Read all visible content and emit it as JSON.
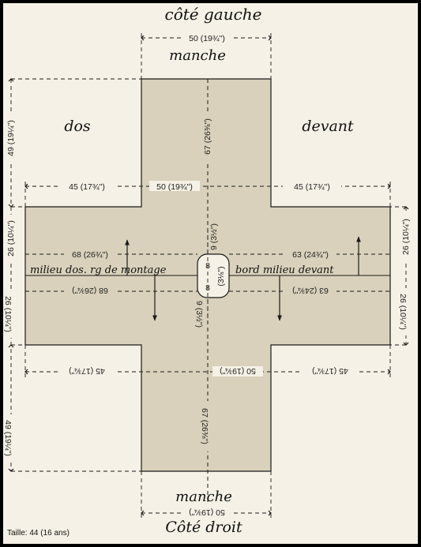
{
  "labels": {
    "top_title": "côté gauche",
    "bottom_title": "Côté droit",
    "sleeve_top": "manche",
    "sleeve_bottom": "manche",
    "back": "dos",
    "front": "devant",
    "center_back": "milieu dos. rg de montage",
    "center_front": "bord milieu devant",
    "size_caption": "Taille: 44 (16 ans)"
  },
  "dimensions": {
    "sleeve_width_top": "50 (19¾\")",
    "sleeve_width_bottom": "50 (19¾\")",
    "sleeve_length_top": "67 (26⅜\")",
    "sleeve_length_bottom": "67 (26⅜\")",
    "body_width_top": "50 (19¾\")",
    "body_width_bottom": "50 (19¾\")",
    "back_side_top": "45 (17¾\")",
    "back_side_bottom": "45 (17¾\")",
    "front_side_top": "45 (17¾\")",
    "front_side_bottom": "45 (17¾\")",
    "back_half_top": "68 (26¾\")",
    "back_half_bottom": "68 (26¾\")",
    "front_half_top": "63 (24¾\")",
    "front_half_bottom": "63 (24¾\")",
    "left_height_top": "49 (19¼\")",
    "left_height_bottom": "49 (19¼\")",
    "left_body_top": "26 (10¼\")",
    "left_body_bottom": "26 (10¼\")",
    "right_body_top": "26 (10¼\")",
    "right_body_bottom": "26 (10¼\")",
    "neck_top": "9 (3½\")",
    "neck_bottom": "9 (3½\")",
    "neck_width": "(3⅛\")",
    "neck_half_top": "8",
    "neck_half_bottom": "8"
  },
  "colors": {
    "paper": "#f6f1e6",
    "garment": "#d9d1bb",
    "line": "#1a1a1a"
  }
}
